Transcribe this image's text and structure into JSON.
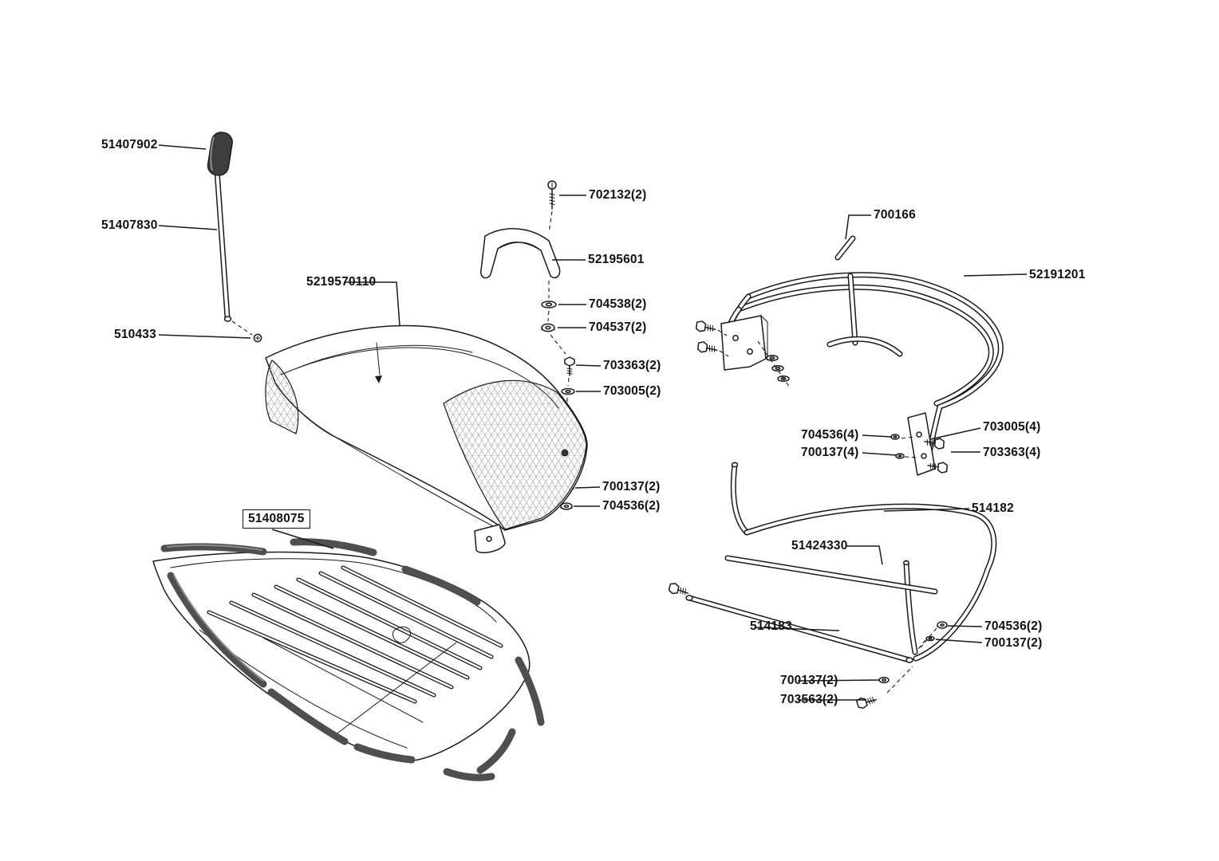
{
  "colors": {
    "ink": "#1a1a1a",
    "seal_rubber": "#4f4f4f",
    "grip": "#3e3e3e",
    "hatch_lines": "#b8b8b8",
    "background": "#ffffff"
  },
  "parts": [
    {
      "text": "51407902"
    },
    {
      "text": "51407830"
    },
    {
      "text": "510433"
    },
    {
      "text": "5219570110"
    },
    {
      "text": "702132(2)"
    },
    {
      "text": "52195601"
    },
    {
      "text": "704538(2)"
    },
    {
      "text": "704537(2)"
    },
    {
      "text": "703363(2)"
    },
    {
      "text": "703005(2)"
    },
    {
      "text": "700137(2)"
    },
    {
      "text": "704536(2)"
    },
    {
      "text": "51408075"
    },
    {
      "text": "700166"
    },
    {
      "text": "52191201"
    },
    {
      "text": "704536(4)"
    },
    {
      "text": "700137(4)"
    },
    {
      "text": "703005(4)"
    },
    {
      "text": "703363(4)"
    },
    {
      "text": "514182"
    },
    {
      "text": "51424330"
    },
    {
      "text": "514183"
    },
    {
      "text": "704536(2)"
    },
    {
      "text": "700137(2)"
    },
    {
      "text": "700137(2)"
    },
    {
      "text": "703563(2)"
    }
  ]
}
